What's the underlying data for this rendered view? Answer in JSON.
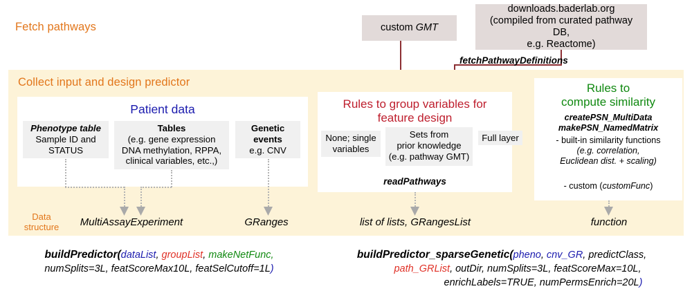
{
  "sections": {
    "fetch_title": "Fetch pathways",
    "collect_title": "Collect input and design predictor",
    "data_structure_label_l1": "Data",
    "data_structure_label_l2": "structure"
  },
  "sources": {
    "custom_gmt_pre": "custom ",
    "custom_gmt_em": "GMT",
    "baderlab_l1": "downloads.baderlab.org",
    "baderlab_l2": "(compiled from curated pathway DB,",
    "baderlab_l3": "e.g. Reactome)",
    "fetch_function": "fetchPathwayDefinitions"
  },
  "patient_panel": {
    "heading": "Patient data",
    "chips": [
      {
        "name": "phenotype-table",
        "title": "Phenotype table",
        "lines": [
          "Sample ID and",
          "STATUS"
        ]
      },
      {
        "name": "tables",
        "title": "Tables",
        "lines": [
          "(e.g. gene expression",
          "DNA methylation, RPPA,",
          "clinical variables, etc.,)"
        ]
      },
      {
        "name": "genetic-events",
        "title": "Genetic",
        "lines": [
          "events",
          "e.g. CNV"
        ]
      }
    ],
    "data_structures": [
      "MultiAssayExperiment",
      "GRanges"
    ]
  },
  "group_panel": {
    "heading_l1": "Rules to group variables for",
    "heading_l2": "feature design",
    "chips": [
      {
        "name": "none-single-variables",
        "lines": [
          "None; single",
          "variables"
        ]
      },
      {
        "name": "sets-prior-knowledge",
        "lines": [
          "Sets from",
          "prior knowledge",
          "(e.g. pathway GMT)"
        ]
      },
      {
        "name": "full-layer",
        "lines": [
          "Full layer"
        ]
      }
    ],
    "function": "readPathways",
    "data_structure": "list of lists, GRangesList"
  },
  "similarity_panel": {
    "heading_l1": "Rules to",
    "heading_l2": "compute similarity",
    "functions": [
      "createPSN_MultiData",
      "makePSN_NamedMatrix"
    ],
    "builtin_l1": "- built-in similarity functions",
    "builtin_l2": "(e.g. correlation,",
    "builtin_l3": "Euclidean dist. + scaling)",
    "custom_pre": "- custom (",
    "custom_em": "customFunc",
    "custom_post": ")",
    "data_structure": "function"
  },
  "signatures": {
    "left": {
      "name": "buildPredictor(",
      "args": [
        {
          "text": "dataList",
          "color": "blue"
        },
        {
          "text": ", ",
          "color": "plain"
        },
        {
          "text": "groupList",
          "color": "red"
        },
        {
          "text": ", ",
          "color": "plain"
        },
        {
          "text": "makeNetFunc,",
          "color": "green"
        }
      ],
      "line2": "numSplits=3L, featScoreMax10L, featSelCutoff=1L",
      "closing_paren": ")"
    },
    "right": {
      "name": "buildPredictor_sparseGenetic(",
      "line1_args": [
        {
          "text": "pheno",
          "color": "blue"
        },
        {
          "text": ", ",
          "color": "plain"
        },
        {
          "text": "cnv_GR",
          "color": "blue"
        },
        {
          "text": ", ",
          "color": "plain"
        },
        {
          "text": "predictClass,",
          "color": "plain"
        }
      ],
      "line2_args": [
        {
          "text": "path_GRList",
          "color": "red"
        },
        {
          "text": ", outDir, numSplits=3L, featScoreMax=10L,",
          "color": "plain"
        }
      ],
      "line3": "enrichLabels=TRUE, numPermsEnrich=20L",
      "closing_paren": ")"
    }
  },
  "colors": {
    "band": "#FDF3D8",
    "source_box": "#E2DAD9",
    "chip": "#F0F0F0",
    "orange": "#E2761B",
    "red_arrow": "#8C2F33",
    "blue": "#1B1BAE",
    "crimson": "#BE1E2D",
    "green": "#108910",
    "dotted_grey": "#B3B3B3"
  }
}
